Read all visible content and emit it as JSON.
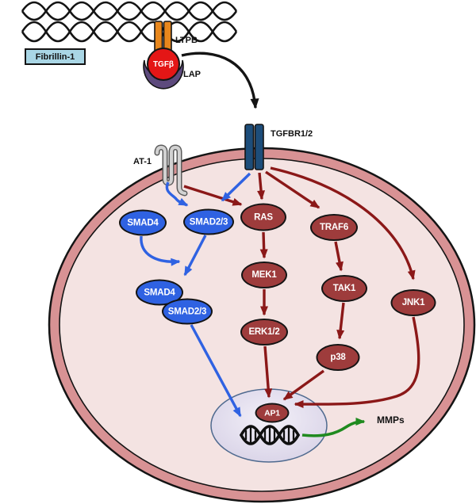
{
  "extracellular": {
    "fibrillin_label": "Fibrillin-1",
    "ltpb_label": "LTPB",
    "tgfb_label": "TGFβ",
    "lap_label": "LAP"
  },
  "receptors": {
    "tgfbr_label": "TGFBR1/2",
    "at1_label": "AT-1"
  },
  "nodes": {
    "smad4_upper": "SMAD4",
    "smad23_upper": "SMAD2/3",
    "smad4_complex": "SMAD4",
    "smad23_complex": "SMAD2/3",
    "ras": "RAS",
    "mek1": "MEK1",
    "erk12": "ERK1/2",
    "traf6": "TRAF6",
    "tak1": "TAK1",
    "p38": "p38",
    "jnk1": "JNK1",
    "ap1": "AP1"
  },
  "output": {
    "mmps_label": "MMPs"
  },
  "colors": {
    "node_blue": "#2f62e2",
    "node_red": "#9e3c3c",
    "arrow_red": "#8b1818",
    "arrow_blue": "#2f62e2",
    "arrow_green": "#1f8a1f",
    "arrow_black": "#141414",
    "membrane": "#d89294",
    "cytoplasm": "#f4e3e2",
    "nucleus_fill": "#d8d2e6",
    "nucleus_border": "#4f6a8f",
    "receptor_navy": "#1d4d7a",
    "ltpb_orange": "#e8871c",
    "tgfb_red": "#e41616",
    "lap_purple": "#5d4a7d",
    "fibrillin_blue": "#a9d6e5"
  }
}
